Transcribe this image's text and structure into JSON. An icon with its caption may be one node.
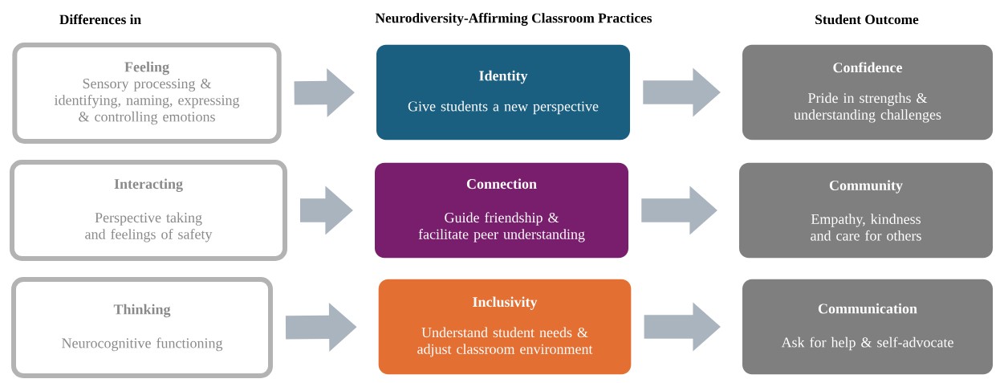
{
  "diagram": {
    "nodes": [
      {
        "text": [
          "Feeling",
          "Sensory processing & identifying, naming, expressing & controlling emotions"
        ]
      },
      {
        "text": [
          "Identity",
          "Give students a new perspective"
        ]
      },
      {
        "text": [
          "Confidence",
          "Pride in strengths & understanding challenges"
        ]
      },
      {
        "text": [
          "Interacting",
          "Perspective taking and feelings of safety"
        ]
      },
      {
        "text": [
          "Connection",
          "Guide friendship & facilitate peer understanding"
        ]
      },
      {
        "text": [
          "Community",
          "Empathy, kindness and care for others"
        ]
      },
      {
        "text": [
          "Thinking",
          "Neurocognitive functioning"
        ]
      },
      {
        "text": [
          "Inclusivity",
          "Understand student needs & adjust classroom environment"
        ]
      },
      {
        "text": [
          "Communication",
          "Ask for help & self-advocate"
        ]
      }
    ],
    "edges": [
      {
        "from": 0,
        "to": 1,
        "arrow": "to"
      },
      {
        "from": 1,
        "to": 2,
        "arrow": "to"
      },
      {
        "from": 3,
        "to": 4,
        "arrow": "to"
      },
      {
        "from": 4,
        "to": 5,
        "arrow": "to"
      },
      {
        "from": 6,
        "to": 7,
        "arrow": "to"
      },
      {
        "from": 7,
        "to": 8,
        "arrow": "to"
      }
    ],
    "labels": [
      "Differences in",
      "Neurodiversity-Affirming Classroom Practices",
      "Student Outcome"
    ]
  }
}
